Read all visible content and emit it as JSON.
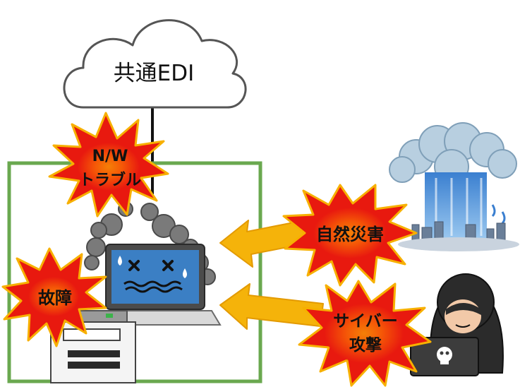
{
  "cloud": {
    "label": "共通EDI"
  },
  "threats": {
    "network": {
      "line1": "N/W",
      "line2": "トラブル"
    },
    "failure": {
      "label": "故障"
    },
    "disaster": {
      "label": "自然災害"
    },
    "cyber": {
      "line1": "サイバー",
      "line2": "攻撃"
    }
  },
  "colors": {
    "burst": "#e8190f",
    "burst_glow": "#f7b000",
    "arrow": "#f5b30a",
    "arrow_stroke": "#e39a00",
    "system_border": "#6aa84f",
    "laptop_screen": "#3b7fc4"
  }
}
